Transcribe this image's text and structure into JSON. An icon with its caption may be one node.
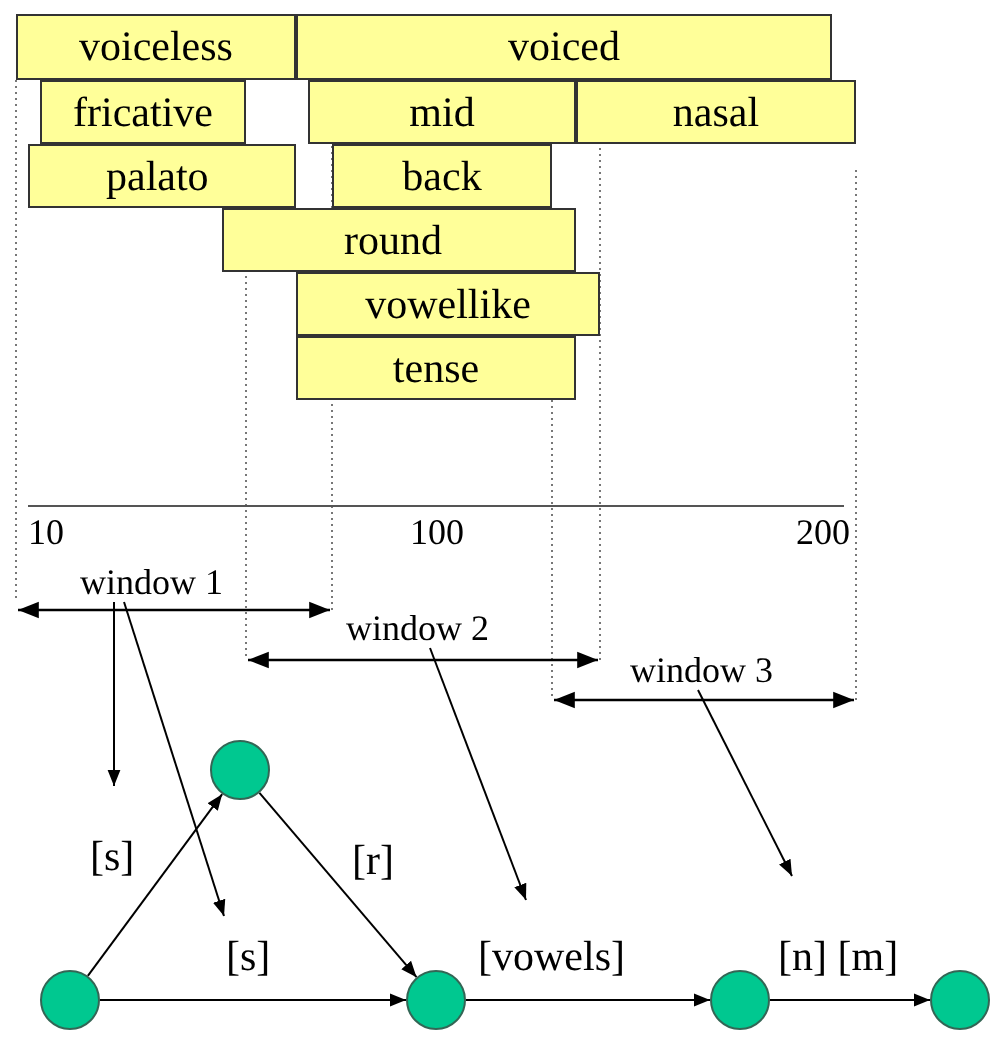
{
  "diagram": {
    "nodes": [
      {
        "text": [
          "voiceless"
        ]
      },
      {
        "text": [
          "voiced"
        ]
      },
      {
        "text": [
          "fricative"
        ]
      },
      {
        "text": [
          "mid"
        ]
      },
      {
        "text": [
          "nasal"
        ]
      },
      {
        "text": [
          "palato"
        ]
      },
      {
        "text": [
          "back"
        ]
      },
      {
        "text": [
          "round"
        ]
      },
      {
        "text": [
          "vowellike"
        ]
      },
      {
        "text": [
          "tense"
        ]
      },
      {
        "text": [
          "window 1"
        ]
      },
      {
        "text": [
          "window 2"
        ]
      },
      {
        "text": [
          "window 3"
        ]
      },
      {
        "text": [],
        "shape": "circle"
      },
      {
        "text": [],
        "shape": "circle"
      },
      {
        "text": [],
        "shape": "circle"
      },
      {
        "text": [],
        "shape": "circle"
      },
      {
        "text": [],
        "shape": "circle"
      }
    ],
    "edges": [
      {
        "from": 10,
        "to": null,
        "arrow": "to"
      },
      {
        "from": 10,
        "to": null,
        "arrow": "to"
      },
      {
        "from": 11,
        "to": null,
        "arrow": "to"
      },
      {
        "from": 12,
        "to": null,
        "arrow": "to"
      },
      {
        "from": 13,
        "to": 14,
        "arrow": "to",
        "label": "[s]"
      },
      {
        "from": 13,
        "to": 15,
        "arrow": "to",
        "label": "[s]"
      },
      {
        "from": 14,
        "to": 15,
        "arrow": "to",
        "label": "[r]"
      },
      {
        "from": 15,
        "to": 16,
        "arrow": "to",
        "label": "[vowels]"
      },
      {
        "from": 16,
        "to": 17,
        "arrow": "to",
        "label": "[n] [m]"
      }
    ],
    "labels": [
      "10",
      "100",
      "200"
    ]
  }
}
